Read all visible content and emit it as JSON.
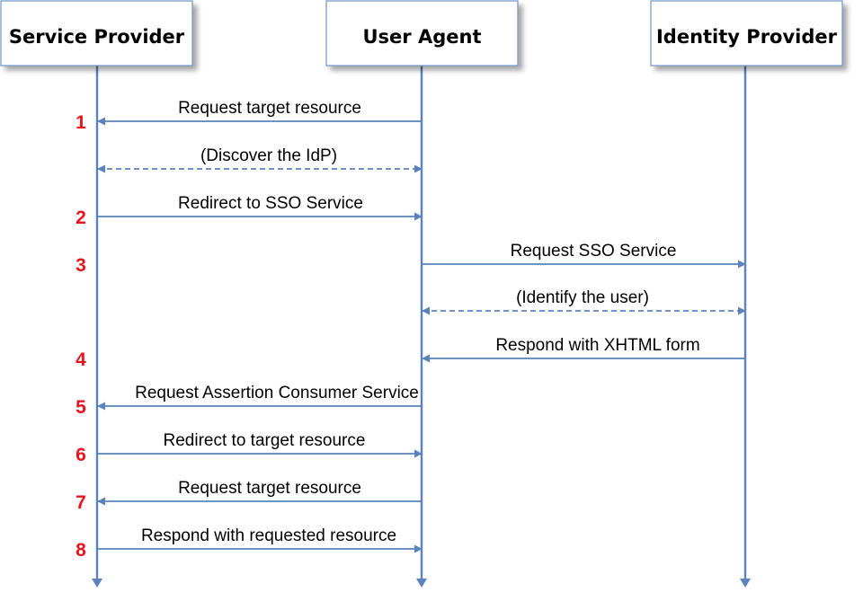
{
  "diagram": {
    "actors": [
      {
        "id": "sp",
        "label": "Service Provider"
      },
      {
        "id": "ua",
        "label": "User Agent"
      },
      {
        "id": "idp",
        "label": "Identity Provider"
      }
    ],
    "messages": [
      {
        "step": "1",
        "label": "Request target resource",
        "from": "ua",
        "to": "sp",
        "dashed": false,
        "bidirectional": false
      },
      {
        "step": "",
        "label": "(Discover the IdP)",
        "from": "ua",
        "to": "sp",
        "dashed": true,
        "bidirectional": true
      },
      {
        "step": "2",
        "label": "Redirect to SSO Service",
        "from": "sp",
        "to": "ua",
        "dashed": false,
        "bidirectional": false
      },
      {
        "step": "3",
        "label": "Request SSO Service",
        "from": "ua",
        "to": "idp",
        "dashed": false,
        "bidirectional": false
      },
      {
        "step": "",
        "label": "(Identify the user)",
        "from": "ua",
        "to": "idp",
        "dashed": true,
        "bidirectional": true
      },
      {
        "step": "4",
        "label": "Respond with XHTML form",
        "from": "idp",
        "to": "ua",
        "dashed": false,
        "bidirectional": false
      },
      {
        "step": "5",
        "label": "Request Assertion Consumer Service",
        "from": "ua",
        "to": "sp",
        "dashed": false,
        "bidirectional": false
      },
      {
        "step": "6",
        "label": "Redirect to target resource",
        "from": "sp",
        "to": "ua",
        "dashed": false,
        "bidirectional": false
      },
      {
        "step": "7",
        "label": "Request target resource",
        "from": "ua",
        "to": "sp",
        "dashed": false,
        "bidirectional": false
      },
      {
        "step": "8",
        "label": "Respond with requested resource",
        "from": "sp",
        "to": "ua",
        "dashed": false,
        "bidirectional": false
      }
    ]
  },
  "colors": {
    "lifeline": "#5a82bd",
    "step_number": "#e8141b",
    "box_border": "#6f93c2"
  }
}
